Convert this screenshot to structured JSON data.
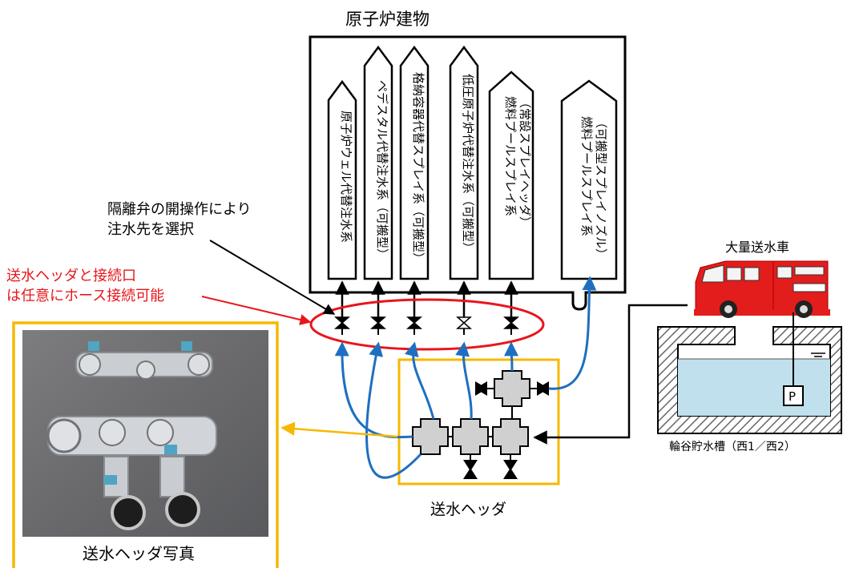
{
  "building": {
    "title": "原子炉建物"
  },
  "systems": [
    {
      "lines": [
        "原子炉ウェル代替注水系"
      ]
    },
    {
      "lines": [
        "ペデスタル代替注水系（可搬型）"
      ]
    },
    {
      "lines": [
        "格納容器代替スプレイ系（可搬型）"
      ]
    },
    {
      "lines": [
        "低圧原子炉代替注水系（可搬型）"
      ]
    },
    {
      "lines": [
        "燃料プールスプレイ系",
        "（常設スプレイヘッダ）"
      ]
    },
    {
      "lines": [
        "燃料プールスプレイ系",
        "（可搬型スプレイノズル）"
      ]
    }
  ],
  "annotations": {
    "valve_note_line1": "隔離弁の開操作により",
    "valve_note_line2": "注水先を選択",
    "red_note_line1": "送水ヘッダと接続口",
    "red_note_line2": "は任意にホース接続可能"
  },
  "truck": {
    "label": "大量送水車"
  },
  "tank": {
    "label": "輪谷貯水槽（西1／西2）",
    "pump_label": "P"
  },
  "header": {
    "label": "送水ヘッダ"
  },
  "photo": {
    "caption": "送水ヘッダ写真"
  },
  "colors": {
    "hose": "#1f6fc0",
    "highlight_red": "#e8151b",
    "frame_yellow": "#f7b800",
    "header_gray": "#d0d0d0",
    "water": "#bfe0ec",
    "truck_red": "#e31c1c"
  }
}
